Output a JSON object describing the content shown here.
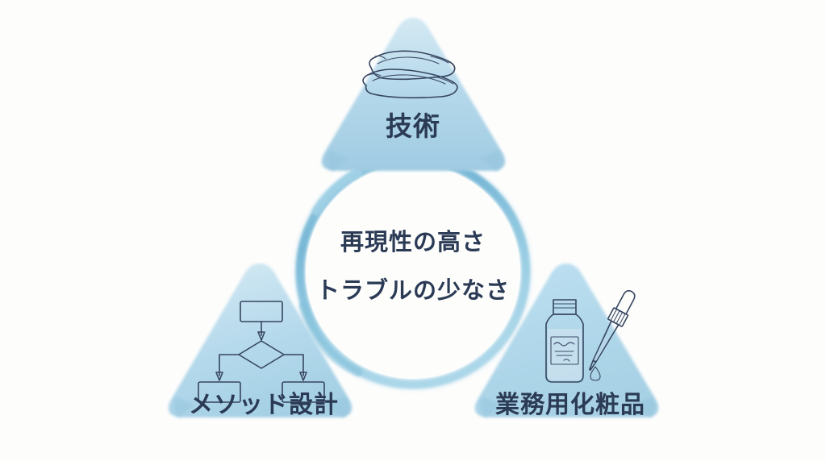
{
  "diagram": {
    "type": "triangle-venn-concept",
    "background_color": "#fdfdfc",
    "center": {
      "label_lines": [
        "再現性の高さ",
        "トラブルの少なさ"
      ],
      "ring_color": "#7fbcd8",
      "text_color": "#2b3b55"
    },
    "nodes": [
      {
        "id": "technique",
        "label": "技術",
        "icon": "caring-hands-icon",
        "position": "top",
        "fill_top": "#cce5f0",
        "fill_bottom": "#a3cde3"
      },
      {
        "id": "method-design",
        "label": "メソッド設計",
        "icon": "flowchart-icon",
        "position": "bottom-left",
        "fill_top": "#cce5f0",
        "fill_bottom": "#a3cde3"
      },
      {
        "id": "professional-cosmetics",
        "label": "業務用化粧品",
        "icon": "dropper-bottle-icon",
        "position": "bottom-right",
        "fill_top": "#cce5f0",
        "fill_bottom": "#a3cde3"
      }
    ]
  }
}
